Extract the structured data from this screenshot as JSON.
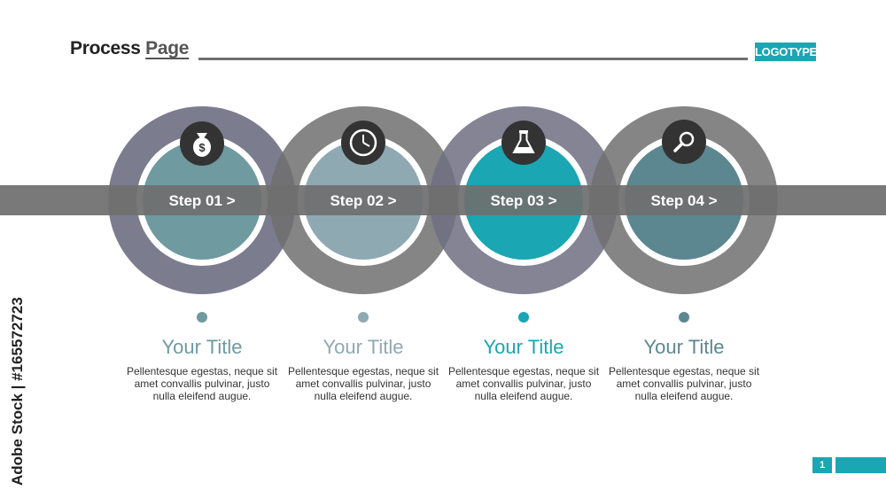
{
  "header": {
    "title_main": "Process ",
    "title_accent": "Page",
    "logo": "LOGOTYPE"
  },
  "steps": [
    {
      "label": "Step 01 >",
      "icon": "money-bag-icon",
      "title": "Your Title",
      "text": "Pellentesque egestas, neque sit amet convallis pulvinar, justo nulla eleifend augue.",
      "color": "#6e9aa0"
    },
    {
      "label": "Step 02 >",
      "icon": "clock-icon",
      "title": "Your Title",
      "text": "Pellentesque egestas, neque sit amet convallis pulvinar, justo nulla eleifend augue.",
      "color": "#8fa9b3"
    },
    {
      "label": "Step 03 >",
      "icon": "flask-icon",
      "title": "Your Title",
      "text": "Pellentesque egestas, neque sit amet convallis pulvinar, justo nulla eleifend augue.",
      "color": "#1aa6b3"
    },
    {
      "label": "Step 04 >",
      "icon": "magnifier-icon",
      "title": "Your Title",
      "text": "Pellentesque egestas, neque sit amet convallis pulvinar, justo nulla eleifend augue.",
      "color": "#5d8790"
    }
  ],
  "watermark": "Adobe Stock | #165572723",
  "page_number": "1",
  "colors": {
    "accent": "#1aa6b3",
    "band": "#6f6f6f",
    "ring_a": "#6e6e83",
    "ring_b": "#707070"
  }
}
